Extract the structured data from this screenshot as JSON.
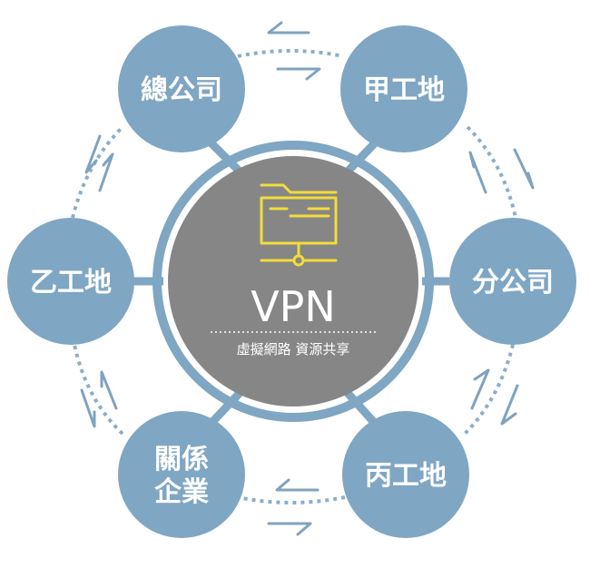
{
  "colors": {
    "node": "#7fa6c3",
    "core": "#868686",
    "dots": "#8aaecb",
    "arrow": "#7fa3bf",
    "icon": "#f2dc3a"
  },
  "center": {
    "title": "VPN",
    "subtitle": "虛擬網路 資源共享",
    "icon": "folder-network-icon"
  },
  "nodes": [
    {
      "id": "hq",
      "lines": [
        "總公司"
      ]
    },
    {
      "id": "site-a",
      "lines": [
        "甲工地"
      ]
    },
    {
      "id": "branch",
      "lines": [
        "分公司"
      ]
    },
    {
      "id": "site-c",
      "lines": [
        "丙工地"
      ]
    },
    {
      "id": "partner",
      "lines": [
        "關係",
        "企業"
      ]
    },
    {
      "id": "site-b",
      "lines": [
        "乙工地"
      ]
    }
  ]
}
